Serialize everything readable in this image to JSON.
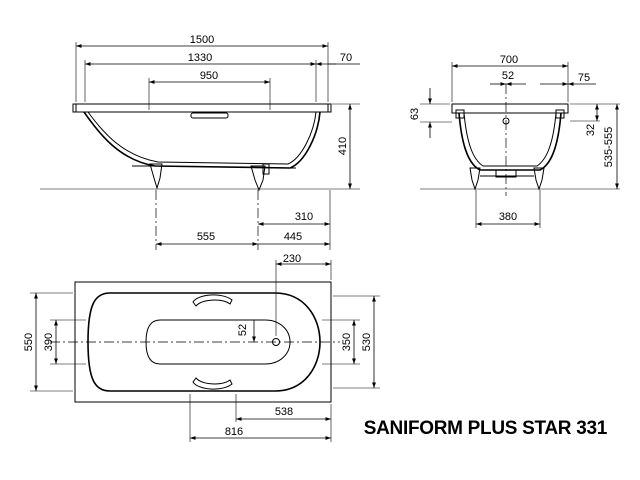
{
  "product": {
    "name": "SANIFORM PLUS STAR 331"
  },
  "side_view": {
    "dims": {
      "length_total": "1500",
      "length_inner": "1330",
      "handle_span": "950",
      "rim_right": "70",
      "height": "410",
      "leg_right": "310",
      "leg_spacing_a": "555",
      "leg_spacing_b": "445"
    }
  },
  "end_view": {
    "dims": {
      "width_total": "700",
      "overflow_offset": "52",
      "rim": "75",
      "rim_height": "63",
      "overflow_height": "32",
      "total_height": "535-555",
      "leg_spacing": "380"
    }
  },
  "top_view": {
    "dims": {
      "drain_offset": "230",
      "inner_width_a": "390",
      "outer_width_a": "550",
      "drain_center": "52",
      "inner_width_b": "350",
      "outer_width_b": "530",
      "handle_offset_a": "538",
      "handle_offset_b": "816"
    }
  }
}
